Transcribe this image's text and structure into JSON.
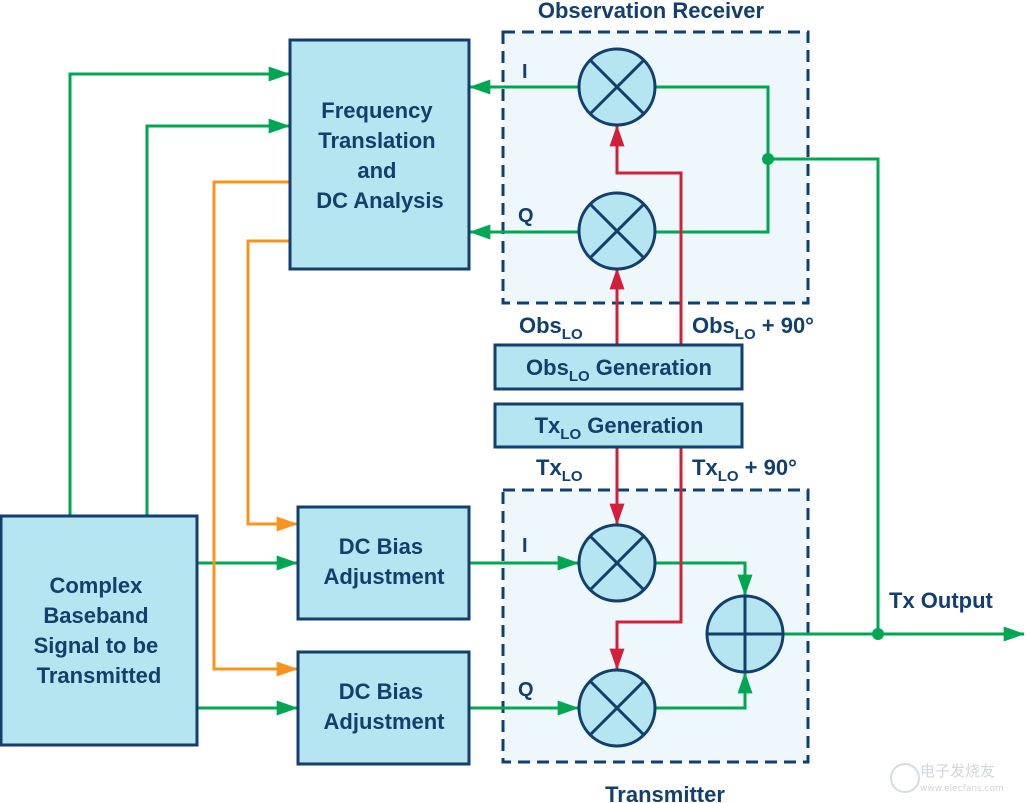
{
  "colors": {
    "box_fill": "#b5e5f0",
    "box_stroke": "#123f6b",
    "group_fill": "#eef8fc",
    "signal_green": "#00a651",
    "lo_red": "#d21f3c",
    "control_orange": "#f7941d",
    "text": "#123f6b"
  },
  "groups": {
    "observation_receiver": {
      "title": "Observation Receiver"
    },
    "transmitter": {
      "title": "Transmitter"
    }
  },
  "blocks": {
    "freq_translation": {
      "lines": [
        "Frequency",
        "Translation",
        "and",
        "DC Analysis"
      ]
    },
    "complex_baseband": {
      "lines": [
        "Complex",
        "Baseband",
        "Signal to be",
        "Transmitted"
      ]
    },
    "dc_bias_1": {
      "lines": [
        "DC Bias",
        "Adjustment"
      ]
    },
    "dc_bias_2": {
      "lines": [
        "DC Bias",
        "Adjustment"
      ]
    },
    "obs_lo_gen": {
      "main": "Obs",
      "sub": "LO",
      "rest": " Generation"
    },
    "tx_lo_gen": {
      "main": "Tx",
      "sub": "LO",
      "rest": " Generation"
    }
  },
  "labels": {
    "obs_i": "I",
    "obs_q": "Q",
    "tx_i": "I",
    "tx_q": "Q",
    "obs_lo": {
      "main": "Obs",
      "sub": "LO",
      "rest": ""
    },
    "obs_lo_90": {
      "main": "Obs",
      "sub": "LO",
      "rest": " + 90°"
    },
    "tx_lo": {
      "main": "Tx",
      "sub": "LO",
      "rest": ""
    },
    "tx_lo_90": {
      "main": "Tx",
      "sub": "LO",
      "rest": " + 90°"
    },
    "tx_output": "Tx Output"
  },
  "symbols": {
    "mixer": "multiplier",
    "adder": "summer"
  },
  "watermark": {
    "cn": "电子发烧友",
    "url": "www.elecfans.com"
  }
}
